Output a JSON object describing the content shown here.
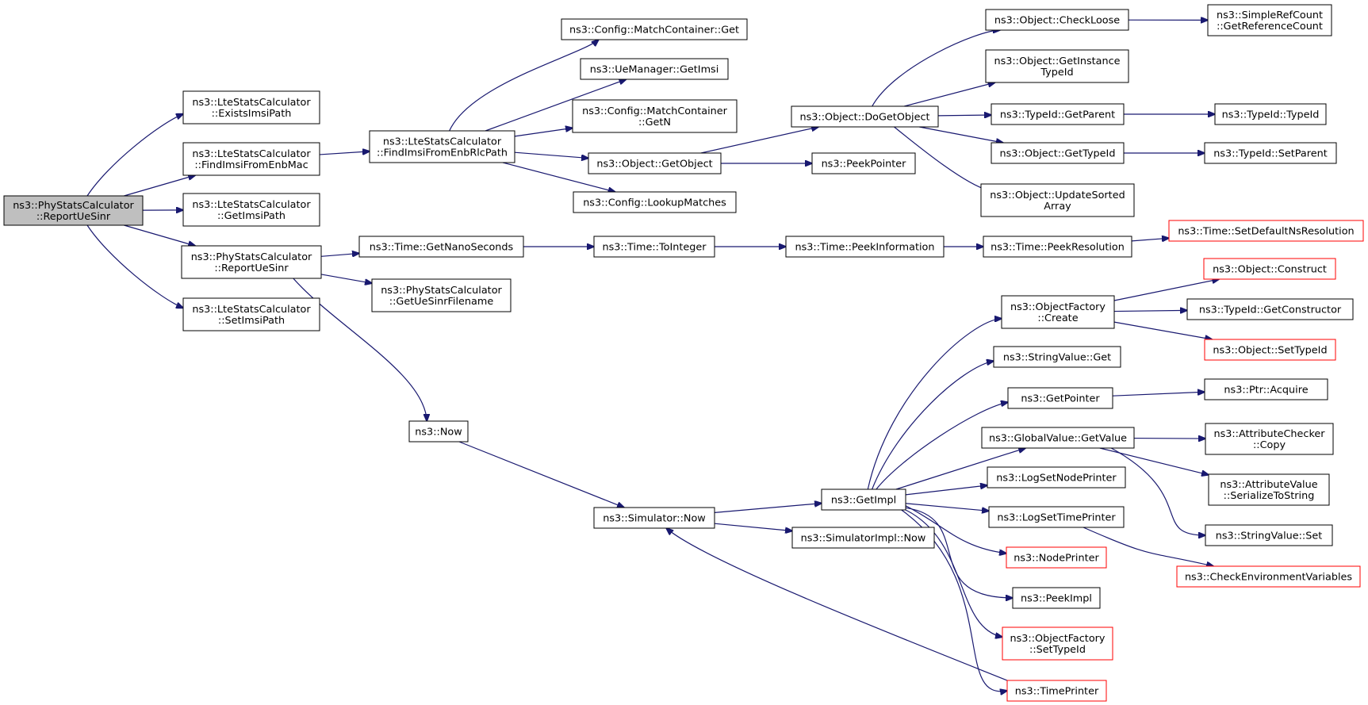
{
  "nodes": [
    {
      "id": "root",
      "lines": [
        "ns3::PhyStatsCalculator",
        "::ReportUeSinr"
      ],
      "root": true
    },
    {
      "id": "exists",
      "lines": [
        "ns3::LteStatsCalculator",
        "::ExistsImsiPath"
      ]
    },
    {
      "id": "findEnbMac",
      "lines": [
        "ns3::LteStatsCalculator",
        "::FindImsiFromEnbMac"
      ]
    },
    {
      "id": "getImsiPath",
      "lines": [
        "ns3::LteStatsCalculator",
        "::GetImsiPath"
      ]
    },
    {
      "id": "reportUeSinr2",
      "lines": [
        "ns3::PhyStatsCalculator",
        "::ReportUeSinr"
      ]
    },
    {
      "id": "setImsiPath",
      "lines": [
        "ns3::LteStatsCalculator",
        "::SetImsiPath"
      ]
    },
    {
      "id": "findEnbRlc",
      "lines": [
        "ns3::LteStatsCalculator",
        "::FindImsiFromEnbRlcPath"
      ]
    },
    {
      "id": "mcGet",
      "lines": [
        "ns3::Config::MatchContainer::Get"
      ]
    },
    {
      "id": "ueGetImsi",
      "lines": [
        "ns3::UeManager::GetImsi"
      ]
    },
    {
      "id": "mcGetN",
      "lines": [
        "ns3::Config::MatchContainer",
        "::GetN"
      ]
    },
    {
      "id": "getObject",
      "lines": [
        "ns3::Object::GetObject"
      ]
    },
    {
      "id": "lookup",
      "lines": [
        "ns3::Config::LookupMatches"
      ]
    },
    {
      "id": "doGetObject",
      "lines": [
        "ns3::Object::DoGetObject"
      ]
    },
    {
      "id": "peekPointer",
      "lines": [
        "ns3::PeekPointer"
      ]
    },
    {
      "id": "checkLoose",
      "lines": [
        "ns3::Object::CheckLoose"
      ]
    },
    {
      "id": "getInstTid",
      "lines": [
        "ns3::Object::GetInstance",
        "TypeId"
      ]
    },
    {
      "id": "tidGetParent",
      "lines": [
        "ns3::TypeId::GetParent"
      ]
    },
    {
      "id": "objGetTid",
      "lines": [
        "ns3::Object::GetTypeId"
      ]
    },
    {
      "id": "updSorted",
      "lines": [
        "ns3::Object::UpdateSorted",
        "Array"
      ]
    },
    {
      "id": "getRefCount",
      "lines": [
        "ns3::SimpleRefCount",
        "::GetReferenceCount"
      ]
    },
    {
      "id": "tidTypeId",
      "lines": [
        "ns3::TypeId::TypeId"
      ]
    },
    {
      "id": "tidSetParent",
      "lines": [
        "ns3::TypeId::SetParent"
      ]
    },
    {
      "id": "getNano",
      "lines": [
        "ns3::Time::GetNanoSeconds"
      ]
    },
    {
      "id": "getUeSinrFn",
      "lines": [
        "ns3::PhyStatsCalculator",
        "::GetUeSinrFilename"
      ]
    },
    {
      "id": "toInteger",
      "lines": [
        "ns3::Time::ToInteger"
      ]
    },
    {
      "id": "peekInfo",
      "lines": [
        "ns3::Time::PeekInformation"
      ]
    },
    {
      "id": "peekRes",
      "lines": [
        "ns3::Time::PeekResolution"
      ]
    },
    {
      "id": "setDefNs",
      "lines": [
        "ns3::Time::SetDefaultNsResolution"
      ],
      "truncated": true
    },
    {
      "id": "now",
      "lines": [
        "ns3::Now"
      ]
    },
    {
      "id": "simNow",
      "lines": [
        "ns3::Simulator::Now"
      ]
    },
    {
      "id": "getImpl",
      "lines": [
        "ns3::GetImpl"
      ]
    },
    {
      "id": "simImplNow",
      "lines": [
        "ns3::SimulatorImpl::Now"
      ]
    },
    {
      "id": "ofCreate",
      "lines": [
        "ns3::ObjectFactory",
        "::Create"
      ]
    },
    {
      "id": "svGet",
      "lines": [
        "ns3::StringValue::Get"
      ]
    },
    {
      "id": "getPointer",
      "lines": [
        "ns3::GetPointer"
      ]
    },
    {
      "id": "gvGetValue",
      "lines": [
        "ns3::GlobalValue::GetValue"
      ]
    },
    {
      "id": "logNode",
      "lines": [
        "ns3::LogSetNodePrinter"
      ]
    },
    {
      "id": "logTime",
      "lines": [
        "ns3::LogSetTimePrinter"
      ]
    },
    {
      "id": "nodePrinter",
      "lines": [
        "ns3::NodePrinter"
      ],
      "truncated": true
    },
    {
      "id": "peekImpl",
      "lines": [
        "ns3::PeekImpl"
      ]
    },
    {
      "id": "ofSetTid",
      "lines": [
        "ns3::ObjectFactory",
        "::SetTypeId"
      ],
      "truncated": true
    },
    {
      "id": "timePrinter",
      "lines": [
        "ns3::TimePrinter"
      ],
      "truncated": true
    },
    {
      "id": "objConstruct",
      "lines": [
        "ns3::Object::Construct"
      ],
      "truncated": true
    },
    {
      "id": "tidGetCtor",
      "lines": [
        "ns3::TypeId::GetConstructor"
      ]
    },
    {
      "id": "objSetTid",
      "lines": [
        "ns3::Object::SetTypeId"
      ],
      "truncated": true
    },
    {
      "id": "ptrAcquire",
      "lines": [
        "ns3::Ptr::Acquire"
      ]
    },
    {
      "id": "acCopy",
      "lines": [
        "ns3::AttributeChecker",
        "::Copy"
      ]
    },
    {
      "id": "avSerialize",
      "lines": [
        "ns3::AttributeValue",
        "::SerializeToString"
      ]
    },
    {
      "id": "svSet",
      "lines": [
        "ns3::StringValue::Set"
      ]
    },
    {
      "id": "checkEnv",
      "lines": [
        "ns3::CheckEnvironmentVariables"
      ],
      "truncated": true
    }
  ],
  "edges": [
    [
      "root",
      "exists"
    ],
    [
      "root",
      "findEnbMac"
    ],
    [
      "root",
      "getImsiPath"
    ],
    [
      "root",
      "reportUeSinr2"
    ],
    [
      "root",
      "setImsiPath"
    ],
    [
      "findEnbMac",
      "findEnbRlc"
    ],
    [
      "findEnbRlc",
      "mcGet"
    ],
    [
      "findEnbRlc",
      "ueGetImsi"
    ],
    [
      "findEnbRlc",
      "mcGetN"
    ],
    [
      "findEnbRlc",
      "getObject"
    ],
    [
      "findEnbRlc",
      "lookup"
    ],
    [
      "getObject",
      "doGetObject"
    ],
    [
      "getObject",
      "peekPointer"
    ],
    [
      "doGetObject",
      "checkLoose"
    ],
    [
      "doGetObject",
      "getInstTid"
    ],
    [
      "doGetObject",
      "tidGetParent"
    ],
    [
      "doGetObject",
      "objGetTid"
    ],
    [
      "doGetObject",
      "updSorted"
    ],
    [
      "checkLoose",
      "getRefCount"
    ],
    [
      "tidGetParent",
      "tidTypeId"
    ],
    [
      "objGetTid",
      "tidSetParent"
    ],
    [
      "reportUeSinr2",
      "getNano"
    ],
    [
      "reportUeSinr2",
      "getUeSinrFn"
    ],
    [
      "reportUeSinr2",
      "now"
    ],
    [
      "getNano",
      "toInteger"
    ],
    [
      "toInteger",
      "peekInfo"
    ],
    [
      "peekInfo",
      "peekRes"
    ],
    [
      "peekRes",
      "setDefNs"
    ],
    [
      "now",
      "simNow"
    ],
    [
      "simNow",
      "getImpl"
    ],
    [
      "simNow",
      "simImplNow"
    ],
    [
      "getImpl",
      "ofCreate"
    ],
    [
      "getImpl",
      "svGet"
    ],
    [
      "getImpl",
      "getPointer"
    ],
    [
      "getImpl",
      "gvGetValue"
    ],
    [
      "getImpl",
      "logNode"
    ],
    [
      "getImpl",
      "logTime"
    ],
    [
      "getImpl",
      "nodePrinter"
    ],
    [
      "getImpl",
      "peekImpl"
    ],
    [
      "getImpl",
      "ofSetTid"
    ],
    [
      "getImpl",
      "timePrinter"
    ],
    [
      "timePrinter",
      "simNow"
    ],
    [
      "ofCreate",
      "objConstruct"
    ],
    [
      "ofCreate",
      "tidGetCtor"
    ],
    [
      "ofCreate",
      "objSetTid"
    ],
    [
      "getPointer",
      "ptrAcquire"
    ],
    [
      "gvGetValue",
      "acCopy"
    ],
    [
      "gvGetValue",
      "avSerialize"
    ],
    [
      "gvGetValue",
      "svSet"
    ],
    [
      "logTime",
      "checkEnv"
    ]
  ],
  "colors": {
    "edge": "#191970",
    "root_fill": "#bfbfbf",
    "truncated_border": "#ff0000"
  }
}
